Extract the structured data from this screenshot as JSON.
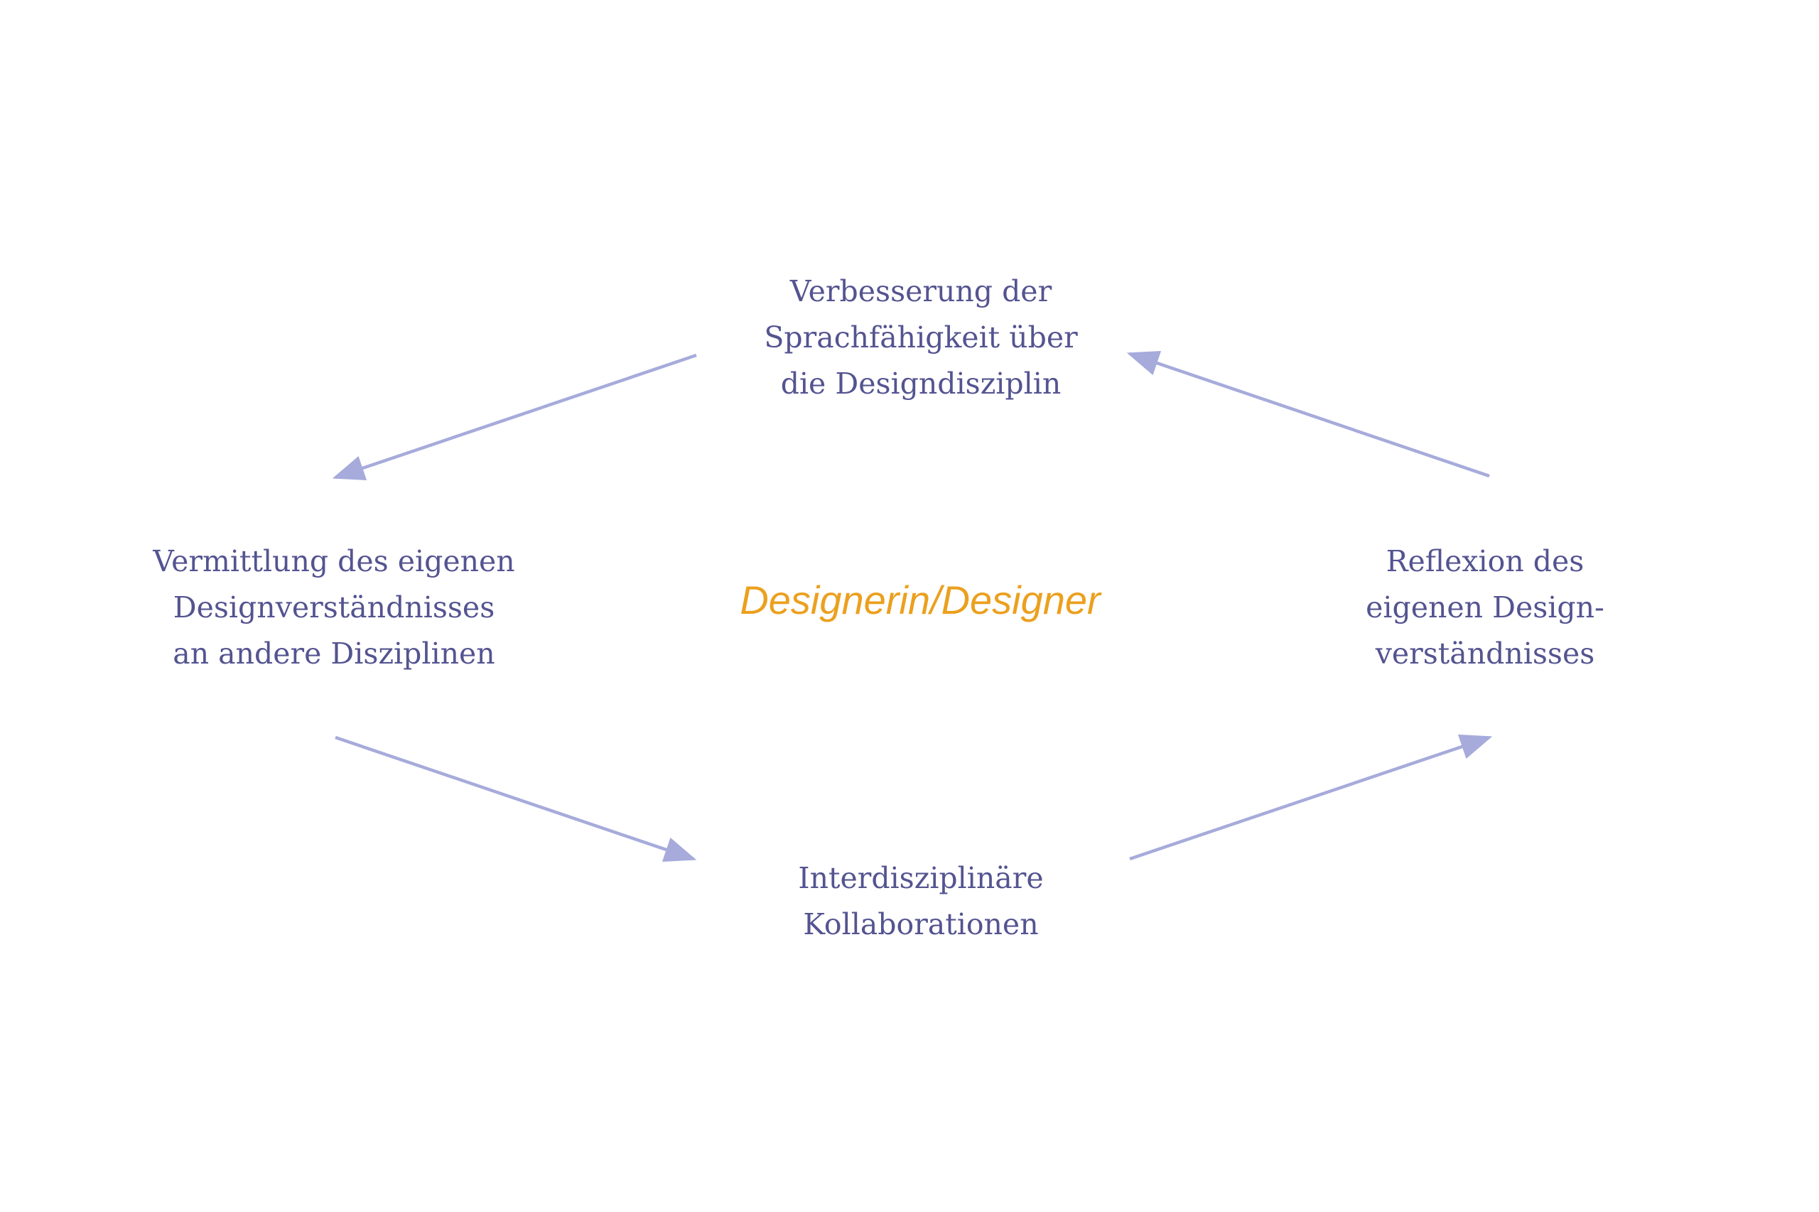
{
  "colors": {
    "text": "#545491",
    "center": "#EBA01E",
    "arrow": "#A6ABDB"
  },
  "center": {
    "label": "Designerin/Designer"
  },
  "nodes": {
    "top": [
      "Verbesserung der",
      "Sprachfähigkeit über",
      "die Designdisziplin"
    ],
    "left": [
      "Vermittlung des eigenen",
      "Designverständnisses",
      "an andere Disziplinen"
    ],
    "right": [
      "Reflexion des",
      "eigenen Design-",
      "verständnisses"
    ],
    "bottom": [
      "Interdisziplinäre",
      "Kollaborationen"
    ]
  },
  "cycle": {
    "direction": "counterclockwise",
    "order": [
      "top",
      "left",
      "bottom",
      "right"
    ]
  }
}
